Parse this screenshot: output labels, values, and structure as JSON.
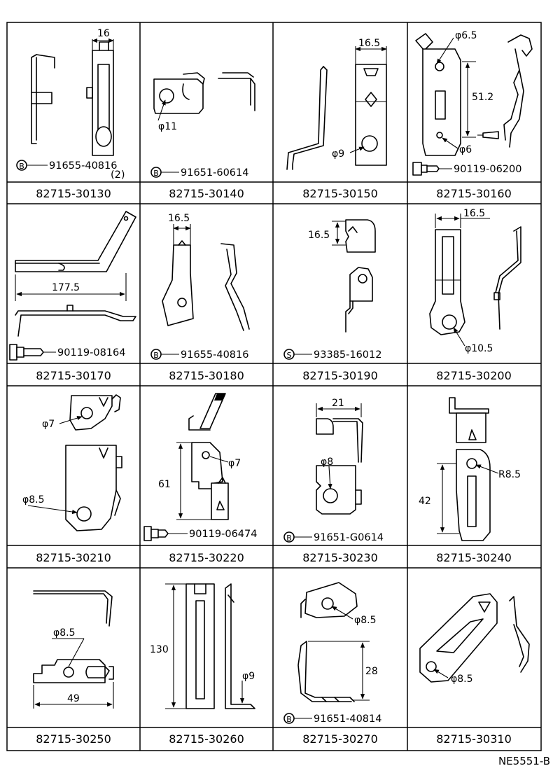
{
  "sheet": {
    "code": "NE5551-B",
    "cells": [
      {
        "part_number": "82715-30130",
        "hardware": {
          "symbol": "B",
          "number": "91655-40816",
          "qty": "(2)"
        },
        "dims": [
          "16"
        ]
      },
      {
        "part_number": "82715-30140",
        "hardware": {
          "symbol": "B",
          "number": "91651-60614"
        },
        "dims": [
          "φ11"
        ]
      },
      {
        "part_number": "82715-30150",
        "dims": [
          "16.5",
          "φ9"
        ]
      },
      {
        "part_number": "82715-30160",
        "hardware": {
          "number": "90119-06200"
        },
        "dims": [
          "φ6.5",
          "51.2",
          "φ6"
        ]
      },
      {
        "part_number": "82715-30170",
        "hardware": {
          "number": "90119-08164"
        },
        "dims": [
          "177.5"
        ]
      },
      {
        "part_number": "82715-30180",
        "hardware": {
          "symbol": "B",
          "number": "91655-40816"
        },
        "dims": [
          "16.5"
        ]
      },
      {
        "part_number": "82715-30190",
        "hardware": {
          "symbol": "S",
          "number": "93385-16012"
        },
        "dims": [
          "16.5"
        ]
      },
      {
        "part_number": "82715-30200",
        "dims": [
          "16.5",
          "φ10.5"
        ]
      },
      {
        "part_number": "82715-30210",
        "dims": [
          "φ7",
          "φ8.5"
        ]
      },
      {
        "part_number": "82715-30220",
        "hardware": {
          "number": "90119-06474"
        },
        "dims": [
          "φ7",
          "61"
        ]
      },
      {
        "part_number": "82715-30230",
        "hardware": {
          "symbol": "B",
          "number": "91651-G0614"
        },
        "dims": [
          "21",
          "φ8"
        ]
      },
      {
        "part_number": "82715-30240",
        "dims": [
          "R8.5",
          "42"
        ]
      },
      {
        "part_number": "82715-30250",
        "dims": [
          "φ8.5",
          "49"
        ]
      },
      {
        "part_number": "82715-30260",
        "dims": [
          "130",
          "φ9"
        ]
      },
      {
        "part_number": "82715-30270",
        "hardware": {
          "symbol": "B",
          "number": "91651-40814"
        },
        "dims": [
          "φ8.5",
          "28"
        ]
      },
      {
        "part_number": "82715-30310",
        "dims": [
          "φ8.5"
        ]
      }
    ]
  }
}
